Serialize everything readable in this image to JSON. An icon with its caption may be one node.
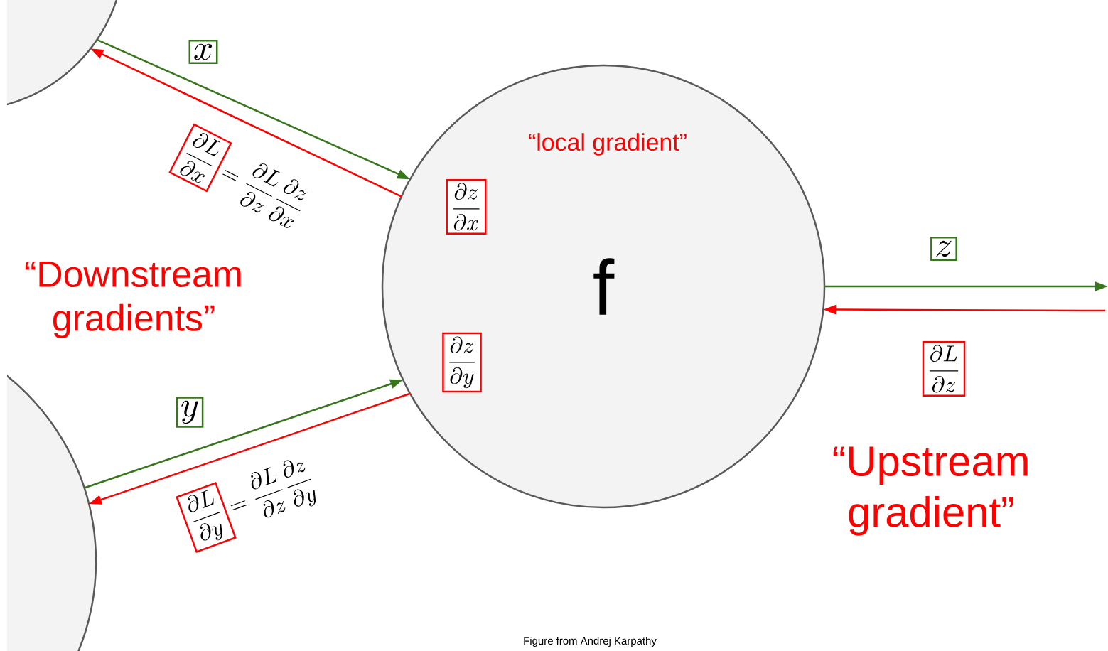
{
  "diagram": {
    "caption": "Figure from Andrej Karpathy",
    "nodes": [
      {
        "text": [
          "f"
        ]
      },
      {
        "text": [],
        "shape": "circle"
      },
      {
        "text": [],
        "shape": "circle"
      },
      {
        "text": [
          "\\frac{\\partial z}{\\partial x}"
        ],
        "in": 0
      },
      {
        "text": [
          "\\frac{\\partial z}{\\partial y}"
        ],
        "in": 0
      },
      {
        "text": [
          "x"
        ]
      },
      {
        "text": [
          "\\frac{\\partial L}{\\partial x}"
        ],
        "beside": [
          "= \\frac{\\partial L}{\\partial z} \\frac{\\partial z}{\\partial x}"
        ]
      },
      {
        "text": [
          "y"
        ]
      },
      {
        "text": [
          "\\frac{\\partial L}{\\partial y}"
        ],
        "beside": [
          "= \\frac{\\partial L}{\\partial z} \\frac{\\partial z}{\\partial y}"
        ]
      },
      {
        "text": [
          "z"
        ]
      },
      {
        "text": [
          "\\frac{\\partial L}{\\partial z}"
        ]
      }
    ],
    "edges": [
      {
        "from": 1,
        "to": 0,
        "arrow": "to",
        "color": "#38761d"
      },
      {
        "from": 0,
        "to": 1,
        "arrow": "to",
        "color": "#ff0000"
      },
      {
        "from": 2,
        "to": 0,
        "arrow": "to",
        "color": "#38761d"
      },
      {
        "from": 0,
        "to": 2,
        "arrow": "to",
        "color": "#ff0000"
      },
      {
        "from": 0,
        "to": null,
        "arrow": "to",
        "color": "#38761d"
      },
      {
        "from": null,
        "to": 0,
        "arrow": "to",
        "color": "#ff0000"
      }
    ],
    "labels": [
      "“local gradient”",
      "“Downstream gradients”",
      "“Upstream gradient”"
    ]
  }
}
